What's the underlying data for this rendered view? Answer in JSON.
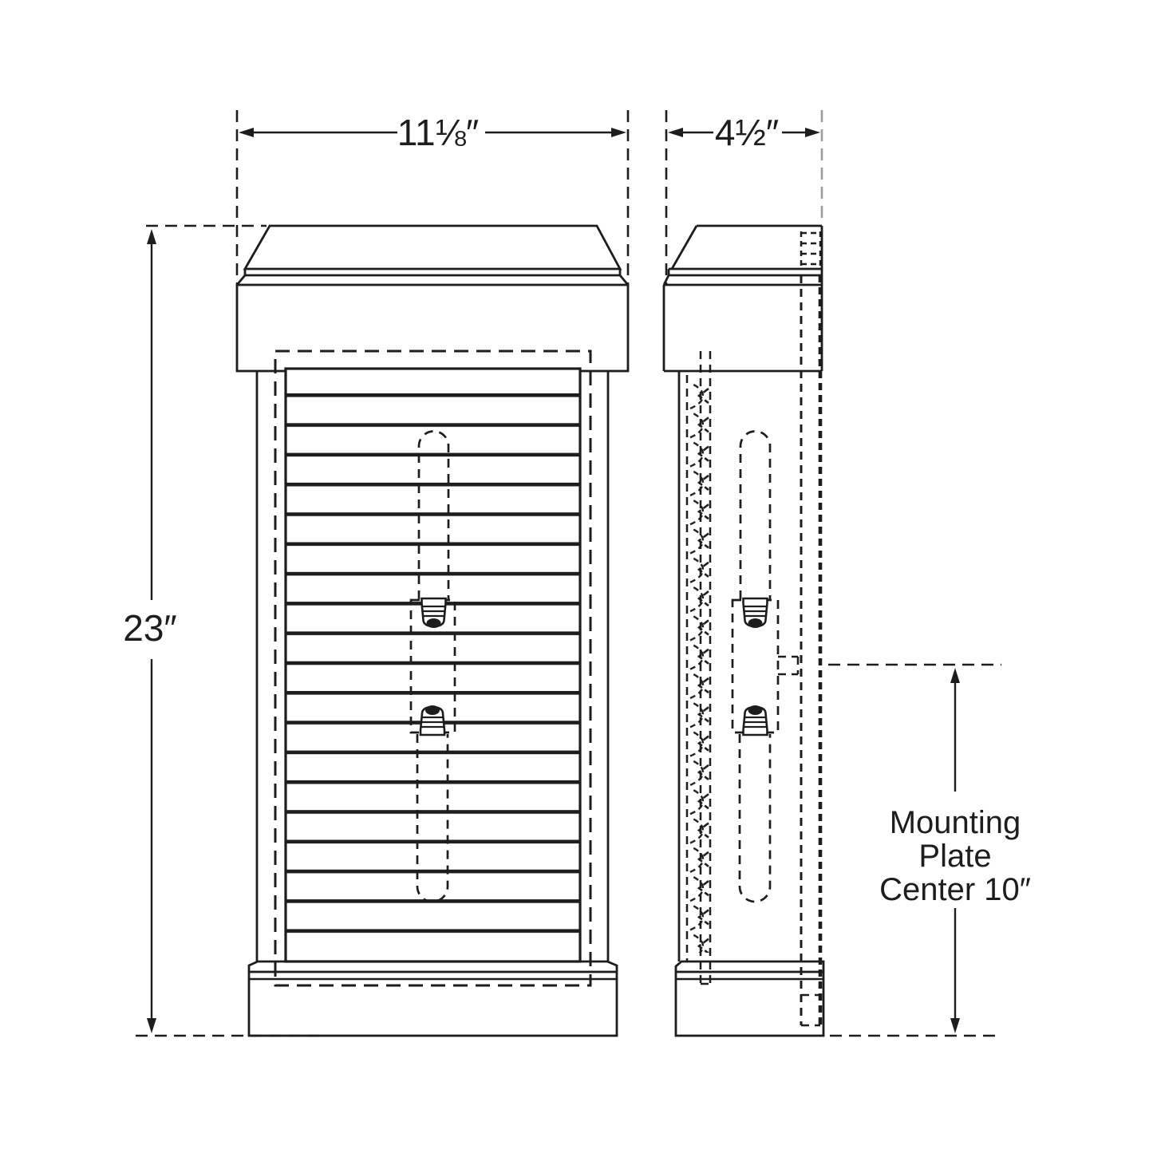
{
  "labels": {
    "width": "11⅛″",
    "depth": "4½″",
    "height": "23″",
    "mounting": {
      "line1": "Mounting",
      "line2": "Plate",
      "line3": "Center 10″"
    }
  },
  "colors": {
    "line": "#1d1d1d",
    "muted_dash": "#9c9c9c",
    "background": "#ffffff"
  }
}
